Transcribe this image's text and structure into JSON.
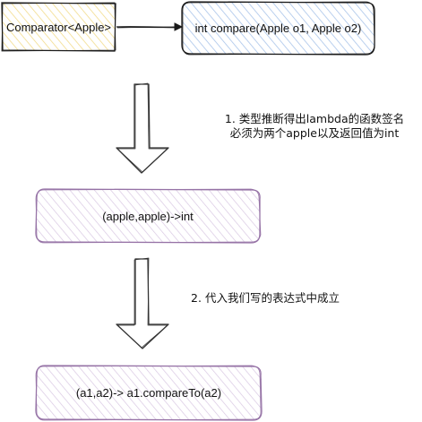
{
  "nodes": {
    "comparator": {
      "label": "Comparator<Apple>"
    },
    "compare_method": {
      "label": "int compare(Apple o1, Apple o2)"
    },
    "lambda_signature": {
      "label": "(apple,apple)->int"
    },
    "lambda_expression": {
      "label": "(a1,a2)-> a1.compareTo(a2)"
    }
  },
  "notes": {
    "step1_line1": "1. 类型推断得出lambda的函数签名",
    "step1_line2": "必须为两个apple以及返回值为int",
    "step2": "2. 代入我们写的表达式中成立"
  },
  "colors": {
    "stroke": "#1a1a1a",
    "yellow_fill": "#fff2cc",
    "blue_fill": "#dae8fc",
    "purple_stroke": "#9673a6",
    "purple_fill": "#e1d5e7",
    "arrow_fill": "#ffffff"
  }
}
